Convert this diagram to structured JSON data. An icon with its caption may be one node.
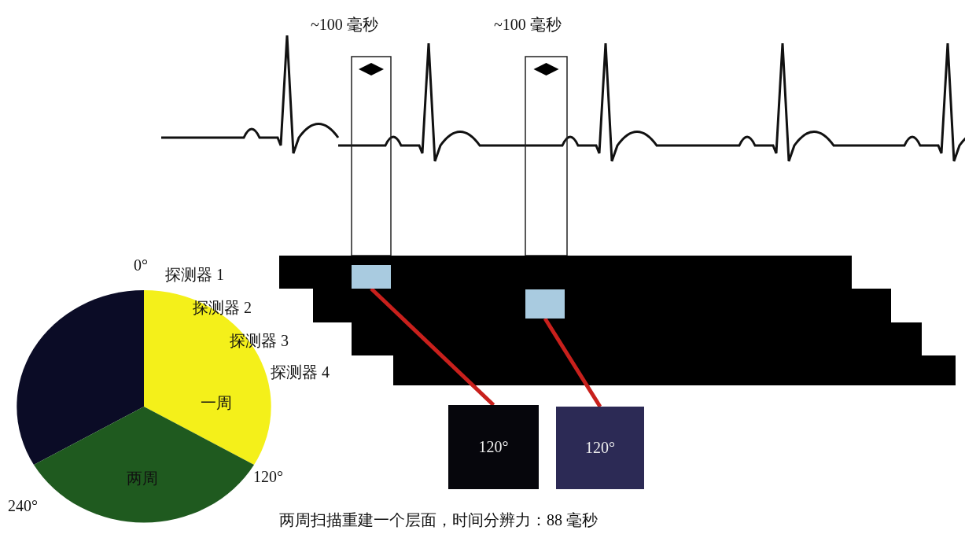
{
  "diagram": {
    "caption": "两周扫描重建一个层面，时间分辨力：88 毫秒",
    "nodes": [
      {
        "text": [],
        "shape": "box"
      },
      {
        "text": [],
        "shape": "box"
      },
      {
        "text": [
          "120°"
        ]
      },
      {
        "text": [
          "120°"
        ]
      },
      {
        "text": [
          "一周"
        ]
      },
      {
        "text": [
          "两周"
        ]
      }
    ],
    "edges": [
      {
        "from": 0,
        "to": 2,
        "arrow": "none"
      },
      {
        "from": 1,
        "to": 3,
        "arrow": "none"
      }
    ],
    "labels": [
      "~100 毫秒",
      "~100 毫秒",
      "0°",
      "探测器 1",
      "探测器 2",
      "探测器 3",
      "探测器 4",
      "120°",
      "240°"
    ]
  }
}
